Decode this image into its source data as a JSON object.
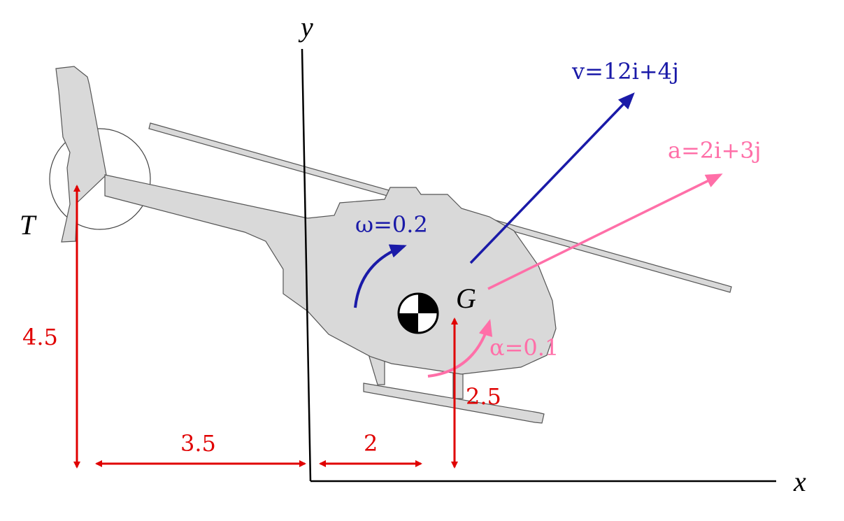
{
  "axes": {
    "x_label": "x",
    "y_label": "y"
  },
  "labels": {
    "tail_point": "T",
    "center_of_mass": "G",
    "velocity": "v=12i+4j",
    "acceleration": "a=2i+3j",
    "angular_velocity": "ω=0.2",
    "angular_acceleration": "α=0.1"
  },
  "dimensions": {
    "tail_height": "4.5",
    "tail_to_axis": "3.5",
    "axis_to_G": "2",
    "G_height": "2.5"
  },
  "colors": {
    "velocity": "#1a1aa8",
    "acceleration": "#ff6fa8",
    "dimension": "#e00000",
    "body": "#d9d9d9"
  }
}
